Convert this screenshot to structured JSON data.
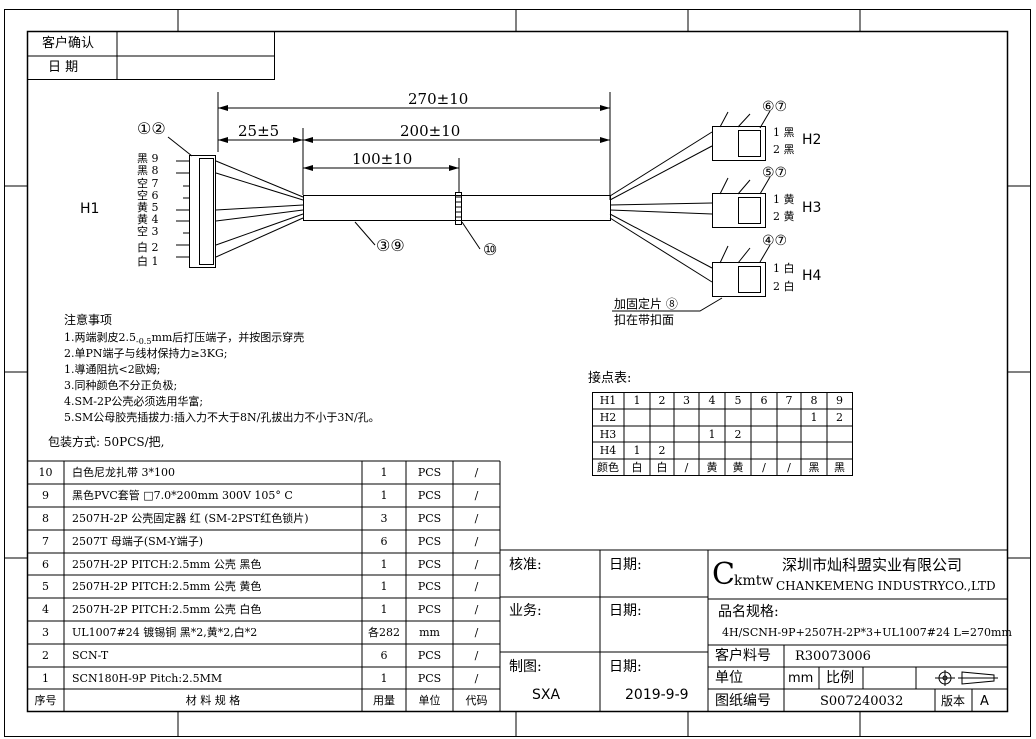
{
  "confirm": {
    "customer_label": "客户确认",
    "date_label": "日  期"
  },
  "drawing": {
    "dim_total": "270±10",
    "dim_left": "25±5",
    "dim_mid": "200±10",
    "dim_inner": "100±10",
    "label_h1": "H1",
    "label_h2": "H2",
    "label_h3": "H3",
    "label_h4": "H4",
    "callout_12": "①②",
    "callout_39": "③⑨",
    "callout_10": "⑩",
    "callout_67a": "⑥⑦",
    "callout_57": "⑤⑦",
    "callout_47": "④⑦",
    "h1_pins": [
      "黑 9",
      "黑 8",
      "空 7",
      "空 6",
      "黄 5",
      "黄 4",
      "空 3",
      "白 2",
      "白 1"
    ],
    "h2_pins": [
      "1 黑",
      "2 黑"
    ],
    "h3_pins": [
      "1 黄",
      "2 黄"
    ],
    "h4_pins": [
      "1 白",
      "2 白"
    ],
    "clip_note_1": "加固定片 ⑧",
    "clip_note_2": "扣在带扣面"
  },
  "notes": {
    "title": "注意事项",
    "line1": "1.两端剥皮2.5",
    "line1_sub": "-0.5",
    "line1_end": "mm后打压端子，并按图示穿壳",
    "lines": [
      "2.单PN端子与线材保持力≥3KG;",
      "1.導通阻抗<2歐姆;",
      "3.同种颜色不分正负极;",
      "4.SM-2P公壳必须选用华富;",
      "5.SM公母胶壳插拔力:插入力不大于8N/孔拔出力不小于3N/孔。"
    ],
    "packing": "包装方式: 50PCS/把,"
  },
  "contact_table": {
    "title": "接点表:",
    "header": [
      "H1",
      "1",
      "2",
      "3",
      "4",
      "5",
      "6",
      "7",
      "8",
      "9"
    ],
    "rows": [
      [
        "H2",
        "",
        "",
        "",
        "",
        "",
        "",
        "",
        "1",
        "2"
      ],
      [
        "H3",
        "",
        "",
        "",
        "1",
        "2",
        "",
        "",
        "",
        ""
      ],
      [
        "H4",
        "1",
        "2",
        "",
        "",
        "",
        "",
        "",
        "",
        ""
      ],
      [
        "颜色",
        "白",
        "白",
        "/",
        "黄",
        "黄",
        "/",
        "/",
        "黑",
        "黑"
      ]
    ]
  },
  "bom": {
    "rows": [
      [
        "10",
        "白色尼龙扎带 3*100",
        "1",
        "PCS",
        "/"
      ],
      [
        "9",
        "黑色PVC套管 □7.0*200mm 300V 105° C",
        "1",
        "PCS",
        "/"
      ],
      [
        "8",
        "2507H-2P 公壳固定器 红 (SM-2PST红色锁片)",
        "3",
        "PCS",
        "/"
      ],
      [
        "7",
        "2507T 母端子(SM-Y端子)",
        "6",
        "PCS",
        "/"
      ],
      [
        "6",
        "2507H-2P PITCH:2.5mm 公壳 黑色",
        "1",
        "PCS",
        "/"
      ],
      [
        "5",
        "2507H-2P PITCH:2.5mm 公壳 黄色",
        "1",
        "PCS",
        "/"
      ],
      [
        "4",
        "2507H-2P PITCH:2.5mm 公壳 白色",
        "1",
        "PCS",
        "/"
      ],
      [
        "3",
        "UL1007#24 镀锡铜 黑*2,黄*2,白*2",
        "各282",
        "mm",
        "/"
      ],
      [
        "2",
        "SCN-T",
        "6",
        "PCS",
        "/"
      ],
      [
        "1",
        "SCN180H-9P Pitch:2.5MM",
        "1",
        "PCS",
        "/"
      ]
    ],
    "header": [
      "序号",
      "材 料 规 格",
      "用量",
      "单位",
      "代码"
    ]
  },
  "title_block": {
    "check_label": "核准:",
    "business_label": "业务:",
    "drawn_label": "制图:",
    "date_label": "日期:",
    "drawer": "SXA",
    "date": "2019-9-9",
    "logo_big": "C",
    "logo_small": "kmtw",
    "company_cn": "深圳市灿科盟实业有限公司",
    "company_en": "CHANKEMENG INDUSTRYCO.,LTD",
    "spec_label": "品名规格:",
    "spec_value": "4H/SCNH-9P+2507H-2P*3+UL1007#24 L=270mm",
    "part_label": "客户料号",
    "part_value": "R30073006",
    "unit_label": "单位",
    "unit_value": "mm",
    "scale_label": "比例",
    "drawing_no_label": "图纸编号",
    "drawing_no": "S007240032",
    "version_label": "版本",
    "version": "A"
  }
}
